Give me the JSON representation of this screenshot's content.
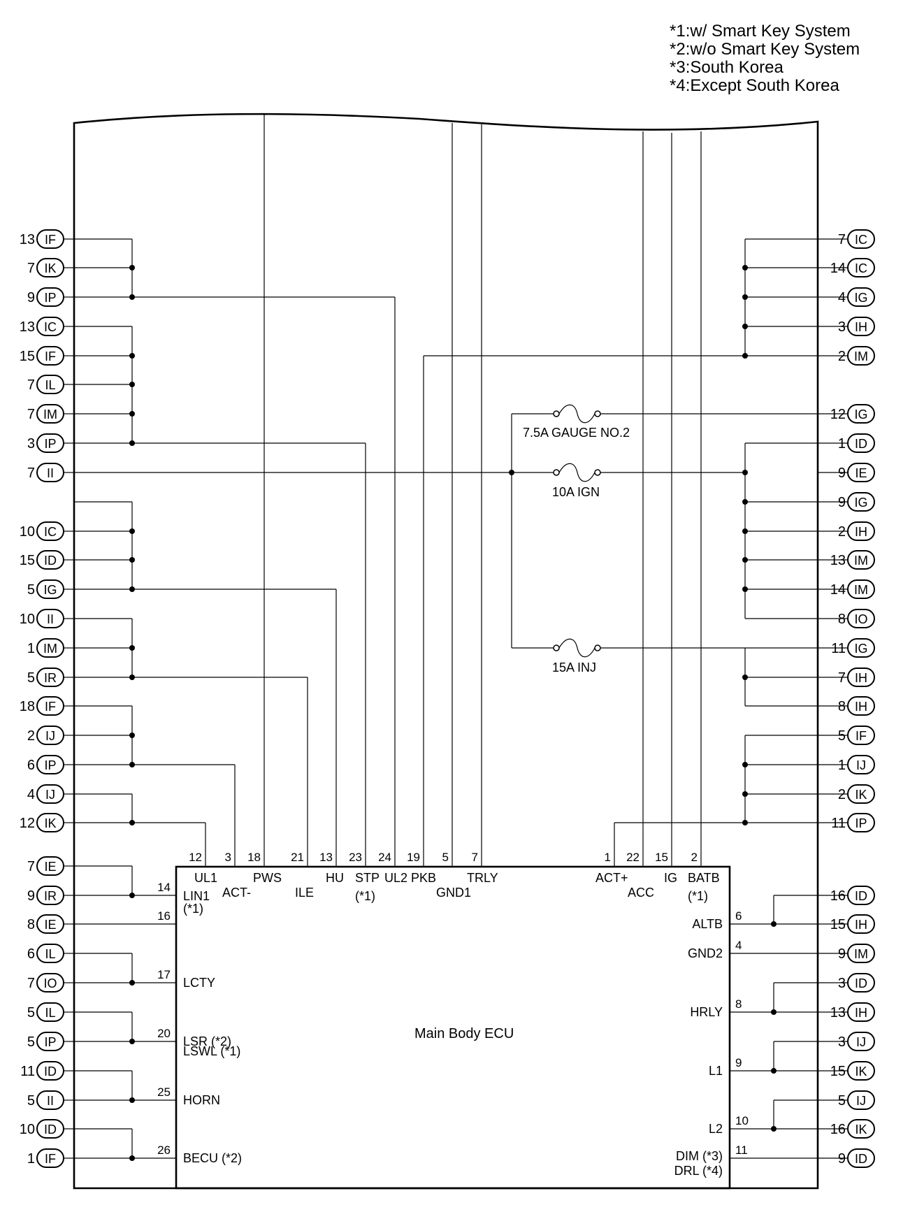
{
  "notes": [
    "*1:w/ Smart Key System",
    "*2:w/o Smart Key System",
    "*3:South Korea",
    "*4:Except South Korea"
  ],
  "ecu_name": "Main Body ECU",
  "fuses": [
    "7.5A GAUGE NO.2",
    "10A IGN",
    "15A INJ"
  ],
  "left_connectors": [
    {
      "n": "13",
      "c": "IF"
    },
    {
      "n": "7",
      "c": "IK"
    },
    {
      "n": "9",
      "c": "IP"
    },
    {
      "n": "13",
      "c": "IC"
    },
    {
      "n": "15",
      "c": "IF"
    },
    {
      "n": "7",
      "c": "IL"
    },
    {
      "n": "7",
      "c": "IM"
    },
    {
      "n": "3",
      "c": "IP"
    },
    {
      "n": "7",
      "c": "II"
    },
    {
      "n": "10",
      "c": "IC"
    },
    {
      "n": "15",
      "c": "ID"
    },
    {
      "n": "5",
      "c": "IG"
    },
    {
      "n": "10",
      "c": "II"
    },
    {
      "n": "1",
      "c": "IM"
    },
    {
      "n": "5",
      "c": "IR"
    },
    {
      "n": "18",
      "c": "IF"
    },
    {
      "n": "2",
      "c": "IJ"
    },
    {
      "n": "6",
      "c": "IP"
    },
    {
      "n": "4",
      "c": "IJ"
    },
    {
      "n": "12",
      "c": "IK"
    },
    {
      "n": "7",
      "c": "IE"
    },
    {
      "n": "9",
      "c": "IR"
    },
    {
      "n": "8",
      "c": "IE"
    },
    {
      "n": "6",
      "c": "IL"
    },
    {
      "n": "7",
      "c": "IO"
    },
    {
      "n": "5",
      "c": "IL"
    },
    {
      "n": "5",
      "c": "IP"
    },
    {
      "n": "11",
      "c": "ID"
    },
    {
      "n": "5",
      "c": "II"
    },
    {
      "n": "10",
      "c": "ID"
    },
    {
      "n": "1",
      "c": "IF"
    }
  ],
  "right_connectors": [
    {
      "n": "7",
      "c": "IC"
    },
    {
      "n": "14",
      "c": "IC"
    },
    {
      "n": "4",
      "c": "IG"
    },
    {
      "n": "3",
      "c": "IH"
    },
    {
      "n": "2",
      "c": "IM"
    },
    {
      "n": "12",
      "c": "IG"
    },
    {
      "n": "1",
      "c": "ID"
    },
    {
      "n": "9",
      "c": "IE"
    },
    {
      "n": "9",
      "c": "IG"
    },
    {
      "n": "2",
      "c": "IH"
    },
    {
      "n": "13",
      "c": "IM"
    },
    {
      "n": "14",
      "c": "IM"
    },
    {
      "n": "8",
      "c": "IO"
    },
    {
      "n": "11",
      "c": "IG"
    },
    {
      "n": "7",
      "c": "IH"
    },
    {
      "n": "8",
      "c": "IH"
    },
    {
      "n": "5",
      "c": "IF"
    },
    {
      "n": "1",
      "c": "IJ"
    },
    {
      "n": "2",
      "c": "IK"
    },
    {
      "n": "11",
      "c": "IP"
    },
    {
      "n": "16",
      "c": "ID"
    },
    {
      "n": "15",
      "c": "IH"
    },
    {
      "n": "9",
      "c": "IM"
    },
    {
      "n": "3",
      "c": "ID"
    },
    {
      "n": "13",
      "c": "IH"
    },
    {
      "n": "3",
      "c": "IJ"
    },
    {
      "n": "15",
      "c": "IK"
    },
    {
      "n": "5",
      "c": "IJ"
    },
    {
      "n": "16",
      "c": "IK"
    },
    {
      "n": "9",
      "c": "ID"
    }
  ],
  "ecu_top_pins": [
    {
      "pin": "12",
      "sig": "UL1"
    },
    {
      "pin": "3",
      "sig": "ACT-"
    },
    {
      "pin": "18",
      "sig": "PWS"
    },
    {
      "pin": "21",
      "sig": "ILE"
    },
    {
      "pin": "13",
      "sig": "HU"
    },
    {
      "pin": "23",
      "sig": "STP"
    },
    {
      "pin": "24",
      "sig": "UL2"
    },
    {
      "pin": "19",
      "sig": "PKB"
    },
    {
      "pin": "5",
      "sig": "GND1"
    },
    {
      "pin": "7",
      "sig": "TRLY"
    },
    {
      "pin": "1",
      "sig": "ACT+"
    },
    {
      "pin": "22",
      "sig": "ACC"
    },
    {
      "pin": "15",
      "sig": "IG"
    },
    {
      "pin": "2",
      "sig": "BATB"
    }
  ],
  "ecu_left_pins": [
    {
      "pin": "14",
      "sig": "LIN1"
    },
    {
      "pin": "16",
      "sig": ""
    },
    {
      "pin": "17",
      "sig": "LCTY"
    },
    {
      "pin": "20",
      "sig": "LSR (*2)"
    },
    {
      "pin": "25",
      "sig": "HORN"
    },
    {
      "pin": "26",
      "sig": "BECU (*2)"
    }
  ],
  "ecu_left_extra": {
    "lin1_note": "(*1)",
    "lswl": "LSWL (*1)"
  },
  "ecu_top_notes": {
    "stp": "(*1)",
    "batb": "(*1)"
  },
  "ecu_right_pins": [
    {
      "pin": "6",
      "sig": "ALTB"
    },
    {
      "pin": "4",
      "sig": "GND2"
    },
    {
      "pin": "8",
      "sig": "HRLY"
    },
    {
      "pin": "9",
      "sig": "L1"
    },
    {
      "pin": "10",
      "sig": "L2"
    },
    {
      "pin": "11",
      "sig": "DIM (*3)"
    }
  ],
  "ecu_right_extra": {
    "drl": "DRL (*4)"
  }
}
